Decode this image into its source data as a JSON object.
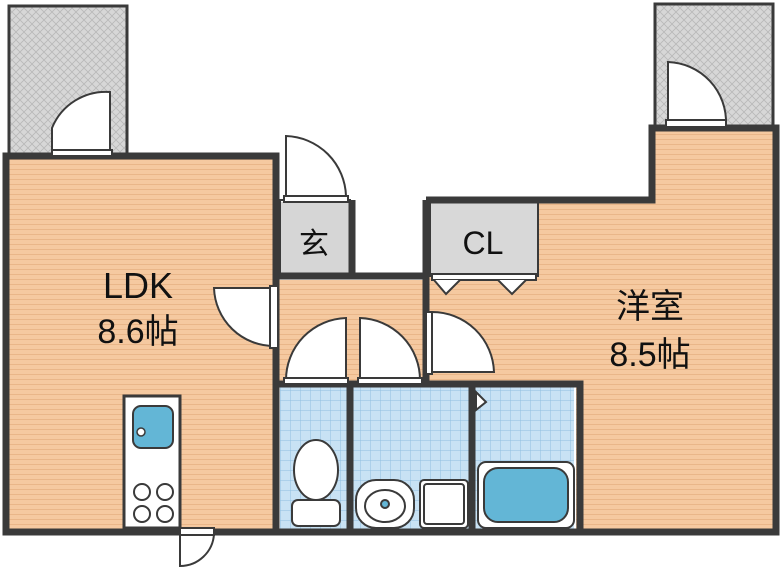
{
  "floor_plan": {
    "rooms": {
      "ldk": {
        "name": "LDK",
        "size": "8.6帖"
      },
      "western_room": {
        "name": "洋室",
        "size": "8.5帖"
      },
      "entrance": {
        "name": "玄"
      },
      "closet": {
        "name": "CL"
      }
    },
    "colors": {
      "wall": "#3a3a3a",
      "floor": "#f5c9a0",
      "floor_stripe": "#e9b689",
      "tile": "#b9d8ee",
      "tile_grid": "#8fbfe0",
      "entrance_floor": "#d4d4d4",
      "balcony": "#d0d0d0",
      "fixture": "#63b6d6",
      "door": "#ffffff"
    }
  }
}
